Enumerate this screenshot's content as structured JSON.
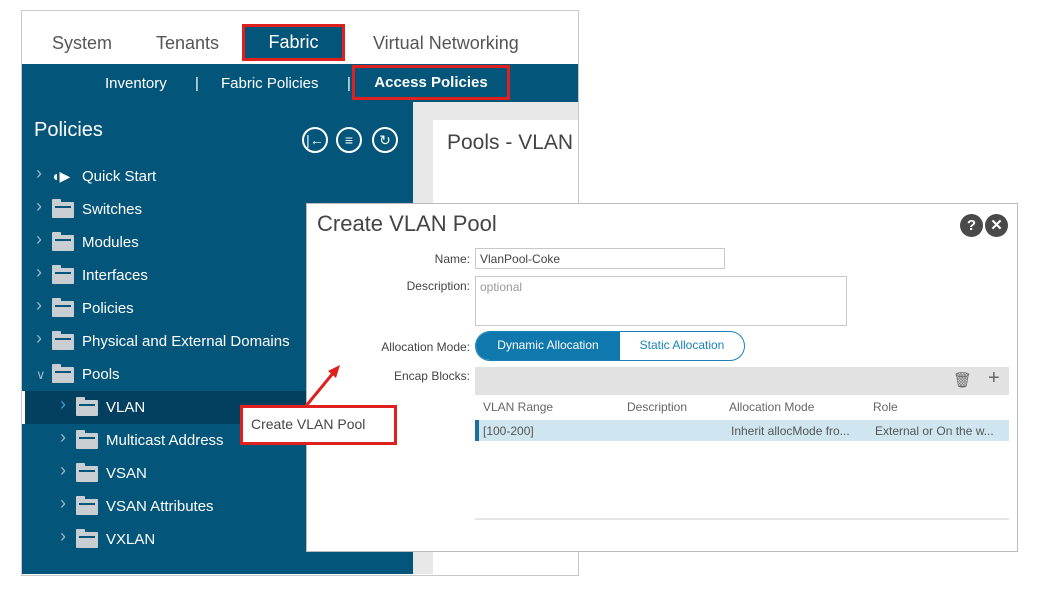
{
  "top_tabs": [
    {
      "label": "System"
    },
    {
      "label": "Tenants"
    },
    {
      "label": "Fabric"
    },
    {
      "label": "Virtual Networking"
    }
  ],
  "sub_nav": {
    "inventory": "Inventory",
    "sep": "|",
    "fabric_policies": "Fabric Policies",
    "access_policies": "Access Policies"
  },
  "sidebar": {
    "title": "Policies",
    "items": [
      {
        "label": "Quick Start"
      },
      {
        "label": "Switches"
      },
      {
        "label": "Modules"
      },
      {
        "label": "Interfaces"
      },
      {
        "label": "Policies"
      },
      {
        "label": "Physical and External Domains"
      },
      {
        "label": "Pools"
      },
      {
        "label": "VLAN"
      },
      {
        "label": "Multicast Address"
      },
      {
        "label": "VSAN"
      },
      {
        "label": "VSAN Attributes"
      },
      {
        "label": "VXLAN"
      }
    ]
  },
  "context_menu": {
    "item": "Create VLAN Pool"
  },
  "content": {
    "title": "Pools - VLAN"
  },
  "dialog": {
    "title": "Create VLAN Pool",
    "help": "?",
    "close": "✕",
    "name_label": "Name:",
    "name_value": "VlanPool-Coke",
    "description_label": "Description:",
    "description_placeholder": "optional",
    "allocation_label": "Allocation Mode:",
    "allocation_options": [
      "Dynamic Allocation",
      "Static Allocation"
    ],
    "allocation_selected": "Dynamic Allocation",
    "encap_label": "Encap Blocks:",
    "columns": [
      "VLAN Range",
      "Description",
      "Allocation Mode",
      "Role"
    ],
    "rows": [
      {
        "range": "[100-200]",
        "description": "",
        "mode": "Inherit allocMode fro...",
        "role": "External or On the w..."
      }
    ]
  },
  "colors": {
    "brand": "#04557a",
    "highlight": "#e0201f",
    "accent": "#1a82b8"
  }
}
